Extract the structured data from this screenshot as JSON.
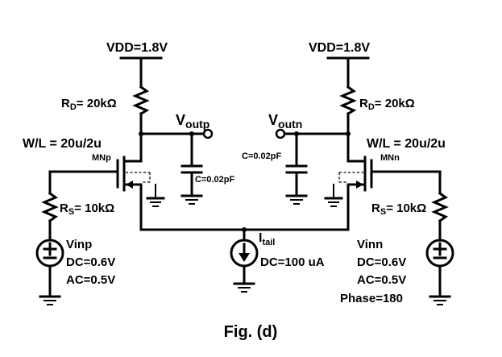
{
  "caption": "Fig. (d)",
  "left": {
    "vdd": "VDD=1.8V",
    "rd": "R",
    "rd_sub": "D",
    "rd_val": "= 20kΩ",
    "wl": "W/L = 20u/2u",
    "transistor": "MNp",
    "cap": "C=0.02pF",
    "rs": "R",
    "rs_sub": "S",
    "rs_val": "= 10kΩ",
    "src_name": "Vinp",
    "src_dc": "DC=0.6V",
    "src_ac": "AC=0.5V",
    "out": "V",
    "out_sub": "outp"
  },
  "right": {
    "vdd": "VDD=1.8V",
    "rd": "R",
    "rd_sub": "D",
    "rd_val": "= 20kΩ",
    "wl": "W/L = 20u/2u",
    "transistor": "MNn",
    "cap": "C=0.02pF",
    "rs": "R",
    "rs_sub": "S",
    "rs_val": "= 10kΩ",
    "src_name": "Vinn",
    "src_dc": "DC=0.6V",
    "src_ac": "AC=0.5V",
    "src_phase": "Phase=180",
    "out": "V",
    "out_sub": "outn"
  },
  "tail": {
    "name": "I",
    "name_sub": "tail",
    "dc": "DC=100 uA"
  }
}
